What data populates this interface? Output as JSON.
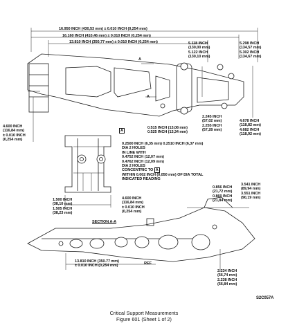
{
  "dimensions": {
    "overall_length": "16.950 INCH (430,53 mm) ± 0.010 INCH (0,254 mm)",
    "length_2": "16.160 INCH (410,46 mm) ± 0.010 INCH (0,254 mm)",
    "length_3": "13.810 INCH (350,77 mm) ± 0.010 INCH (0,254 mm)",
    "right_a": [
      "5.118 INCH",
      "(130,00 mm)",
      "5.122 INCH",
      "(130,10 mm)"
    ],
    "right_b": [
      "5.298 INCH",
      "(134,57 mm)",
      "5.302 INCH",
      "(134,67 mm)"
    ],
    "left_width": [
      "4.600 INCH",
      "(116,84 mm)",
      "± 0.010 INCH",
      "(0,254 mm)"
    ],
    "mid_245": [
      "2.245 INCH",
      "(57,02 mm)",
      "2.255 INCH",
      "(57,28 mm)"
    ],
    "right_4678": [
      "4.678 INCH",
      "(118,82 mm)",
      "4.682 INCH",
      "(118,92 mm)"
    ],
    "hole_spec": [
      "0.515 INCH (13,08 mm)",
      "0.525 INCH (13,34 mm)"
    ],
    "hole_tol": [
      "0.2500 INCH (6,35 mm) 0.2510 INCH (6,37 mm)",
      "DIA 2 HOLES",
      "IN LINE WITH",
      "0.4752 INCH (12,07 mm)",
      "0.4762 INCH (12,09 mm)",
      "DIA 2 HOLES",
      "CONCENTRIC TO",
      "WITHIN 0.002 INCH (0,050 mm) OF DIA TOTAL",
      "INDICATED READING"
    ],
    "datum": "A",
    "section_left": [
      "1.500 INCH",
      "(38,10 mm)",
      "1.505 INCH",
      "(38,23 mm)"
    ],
    "section_width": [
      "4.600 INCH",
      "(116,84 mm)",
      "± 0.010 INCH",
      "(0,254 mm)"
    ],
    "right_856": [
      "0.856 INCH",
      "(21,72 mm)",
      "0.860 INCH",
      "(21,84 mm)"
    ],
    "right_3541": [
      "3.541 INCH",
      "(89,94 mm)",
      "3.551 INCH",
      "(90,19 mm)"
    ],
    "bottom_len": [
      "13.810 INCH (350.77 mm)",
      "± 0.010 INCH (0,254 mm)"
    ],
    "ref": "REF",
    "bottom_right": [
      "2.234 INCH",
      "(56,74 mm)",
      "2.238 INCH",
      "(56,84 mm)"
    ],
    "section_label": "SECTION A-A",
    "section_marker": "A"
  },
  "figure_code": "S2C057A",
  "caption": {
    "title": "Critical Support Measurements",
    "figure": "Figure 601 (Sheet 1 of 2)"
  }
}
